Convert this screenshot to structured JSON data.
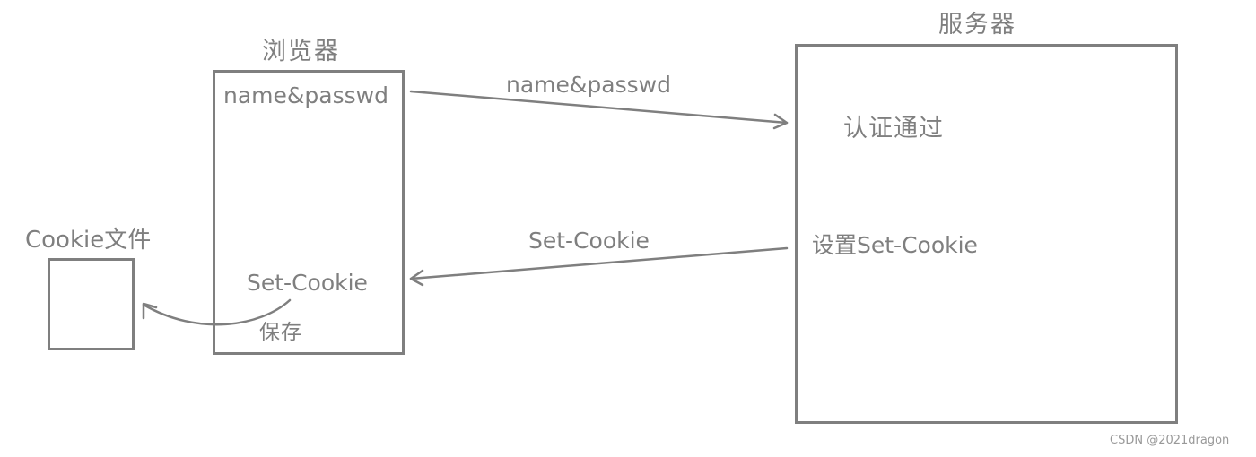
{
  "browser": {
    "title": "浏览器",
    "request_text": "name&passwd",
    "set_cookie_text": "Set-Cookie",
    "save_label": "保存"
  },
  "server": {
    "title": "服务器",
    "auth_text": "认证通过",
    "set_cookie_text": "设置Set-Cookie"
  },
  "cookie_file": {
    "title": "Cookie文件"
  },
  "arrows": {
    "request_label": "name&passwd",
    "response_label": "Set-Cookie"
  },
  "watermark": "CSDN @2021dragon",
  "colors": {
    "stroke": "#7f7f7f",
    "text": "#7f7f7f"
  }
}
